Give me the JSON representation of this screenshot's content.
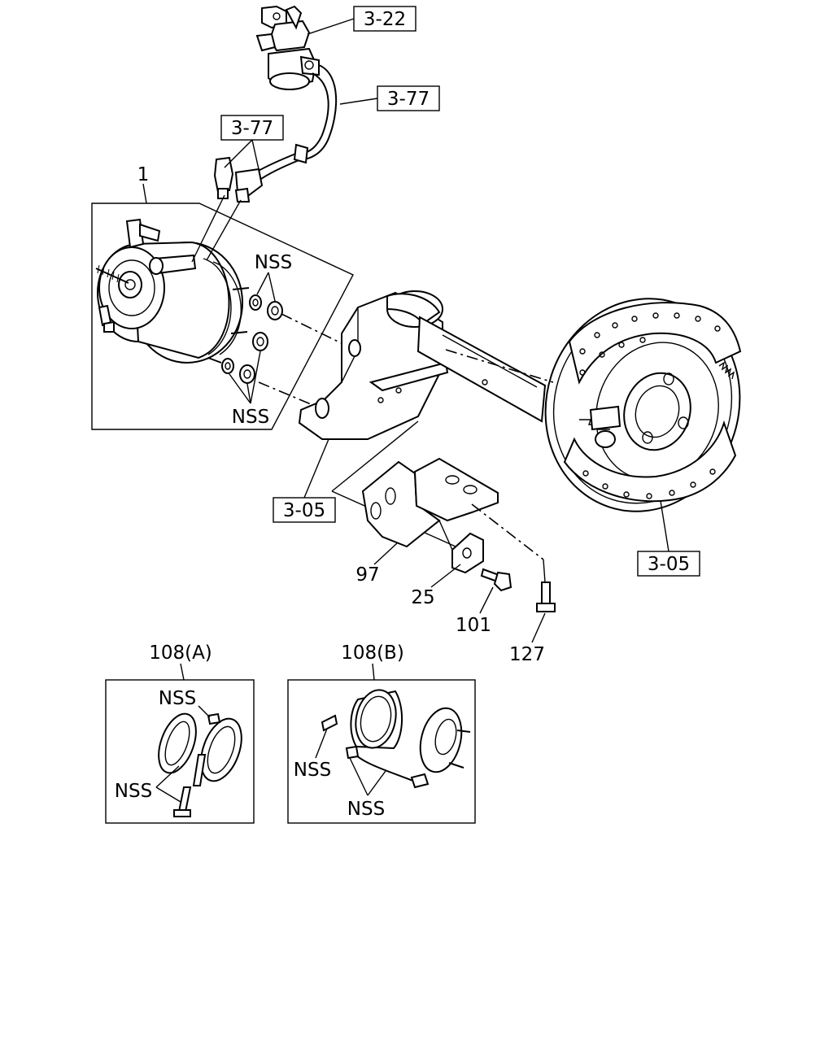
{
  "refs": {
    "r322": "3-22",
    "r377a": "3-77",
    "r377b": "3-77",
    "r305a": "3-05",
    "r305b": "3-05"
  },
  "parts": {
    "p1": "1",
    "p97": "97",
    "p25": "25",
    "p101": "101",
    "p127": "127",
    "p108a": "108(A)",
    "p108b": "108(B)"
  },
  "nss": {
    "n1": "NSS",
    "n2": "NSS",
    "n3": "NSS",
    "n4": "NSS",
    "n5": "NSS",
    "n6": "NSS"
  }
}
